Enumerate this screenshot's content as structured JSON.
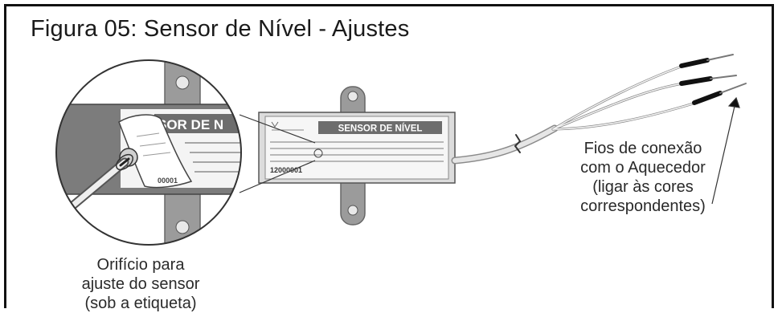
{
  "figure": {
    "title": "Figura 05: Sensor de Nível - Ajustes"
  },
  "callouts": {
    "left_lines": [
      "Orifício para",
      "ajuste do sensor",
      "(sob a etiqueta)"
    ],
    "right_lines": [
      "Fios de conexão",
      "com o Aquecedor",
      "(ligar às cores",
      "correspondentes)"
    ]
  },
  "sensor_label": {
    "heading": "SENSOR DE NÍVEL",
    "zoom_heading": "SOR DE N",
    "code": "12000001",
    "zoom_code": "00001"
  }
}
